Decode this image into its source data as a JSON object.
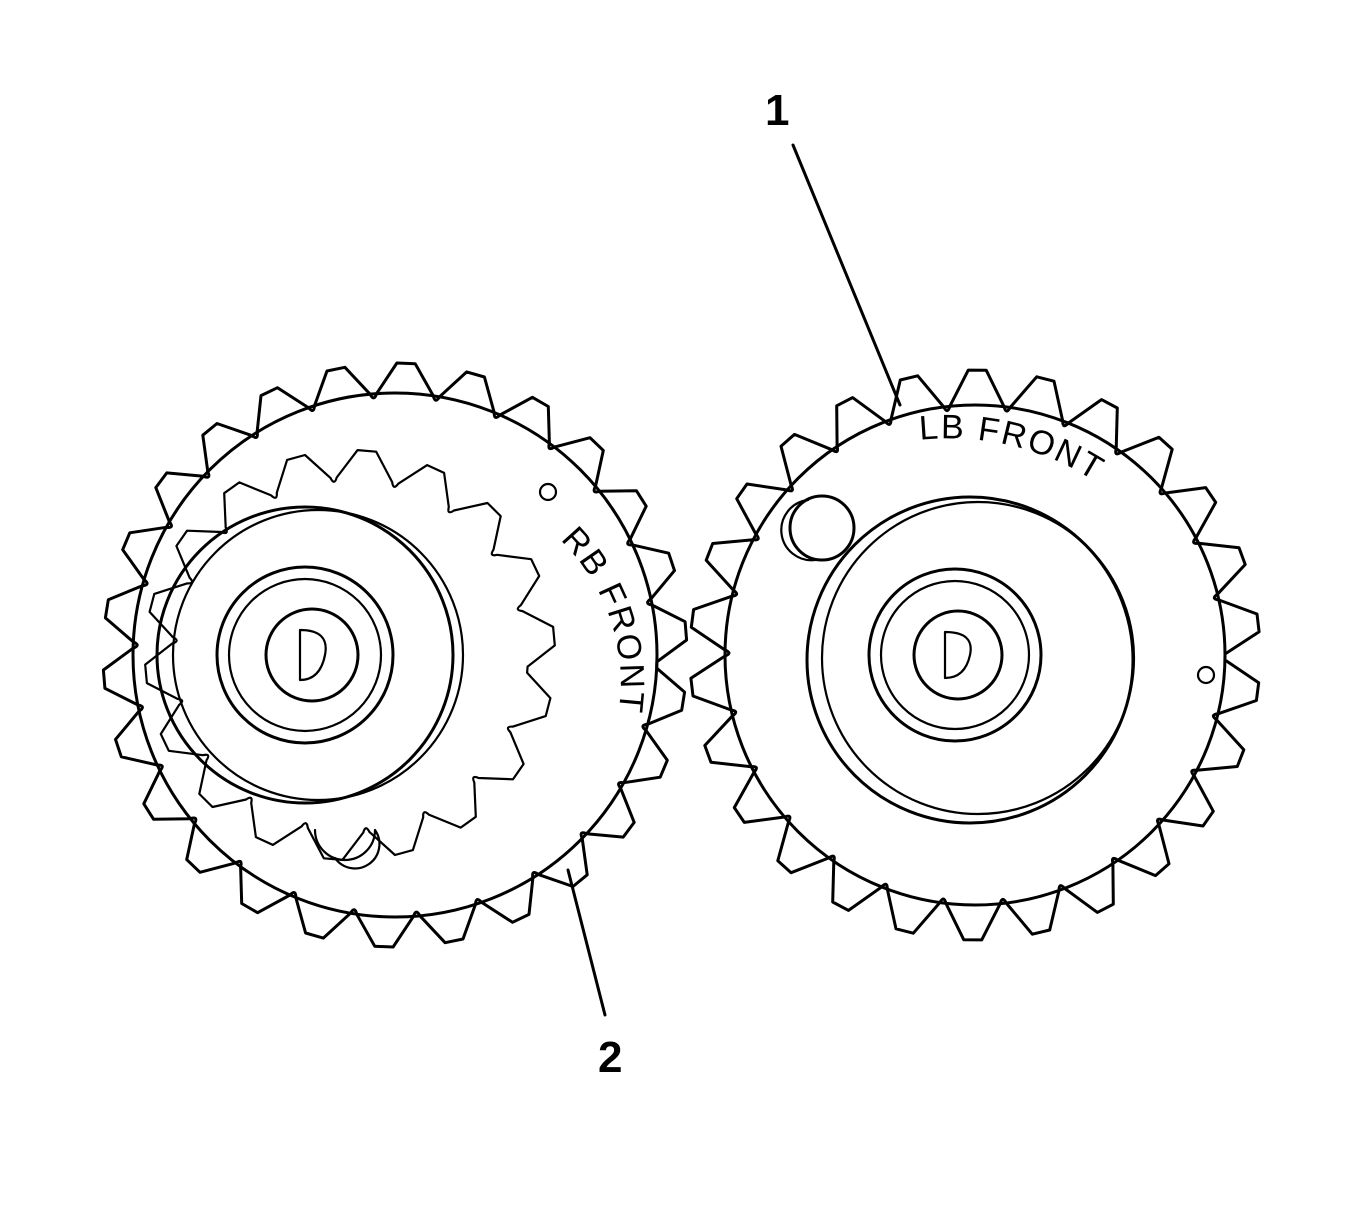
{
  "callouts": [
    {
      "id": "1",
      "label": "1"
    },
    {
      "id": "2",
      "label": "2"
    }
  ],
  "left_sprocket": {
    "stamp_primary": "RB",
    "stamp_secondary": "FRONT"
  },
  "right_sprocket": {
    "stamp_primary": "LB",
    "stamp_secondary": "FRONT"
  },
  "colors": {
    "ink": "#000000",
    "background": "#ffffff"
  }
}
